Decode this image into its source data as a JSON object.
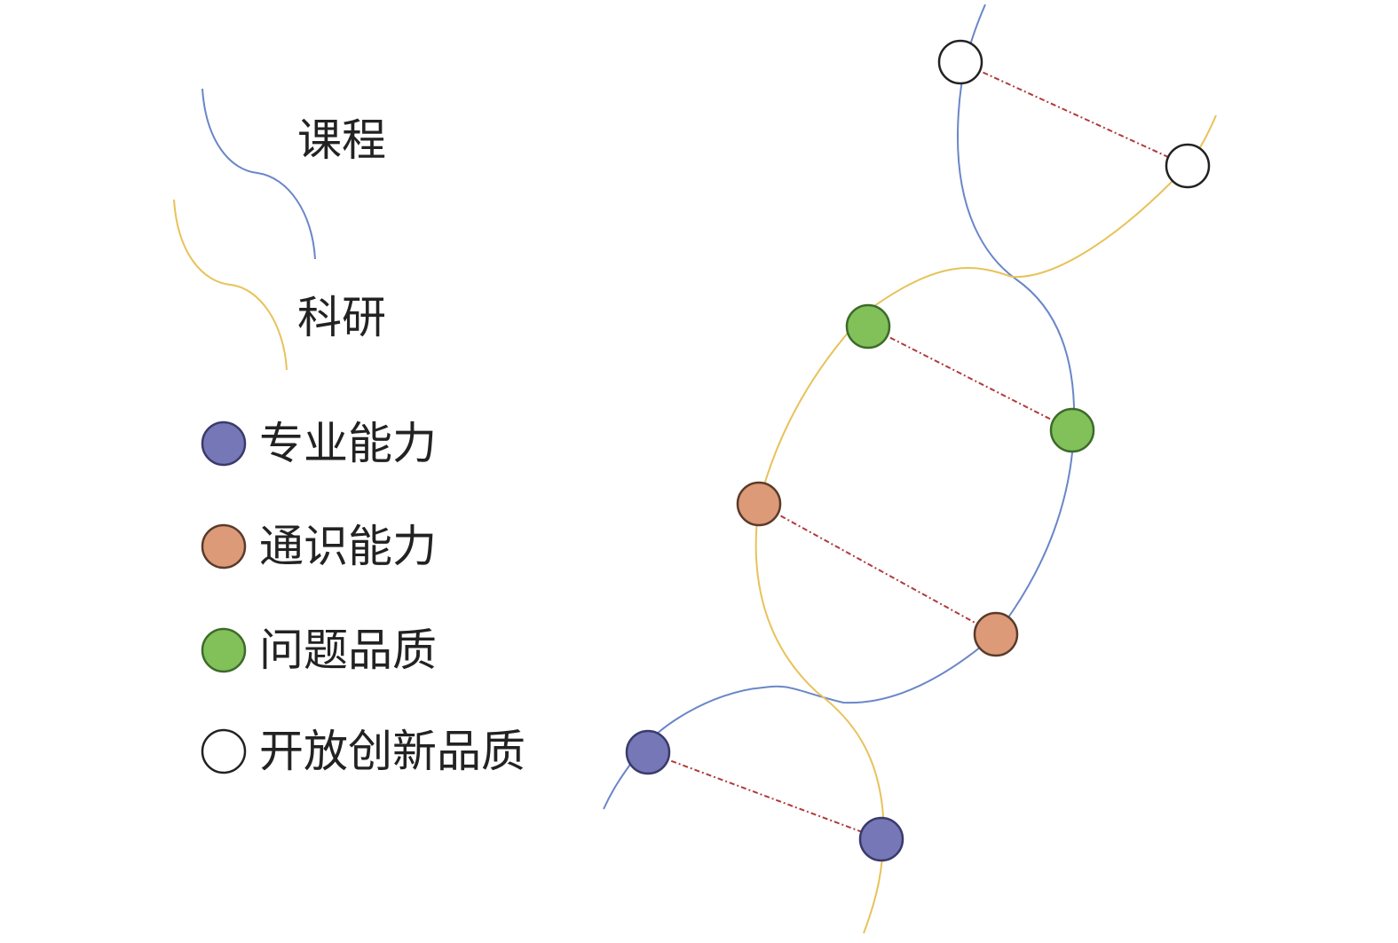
{
  "legend": {
    "strands": [
      {
        "label": "课程",
        "color": "#6a86c8"
      },
      {
        "label": "科研",
        "color": "#e8c25a"
      }
    ],
    "nodes": [
      {
        "label": "专业能力",
        "color": "#7577b6"
      },
      {
        "label": "通识能力",
        "color": "#dc9a78"
      },
      {
        "label": "问题品质",
        "color": "#82c05a"
      },
      {
        "label": "开放创新品质",
        "color": "#ffffff"
      }
    ]
  },
  "link_color": "#b03a3a"
}
